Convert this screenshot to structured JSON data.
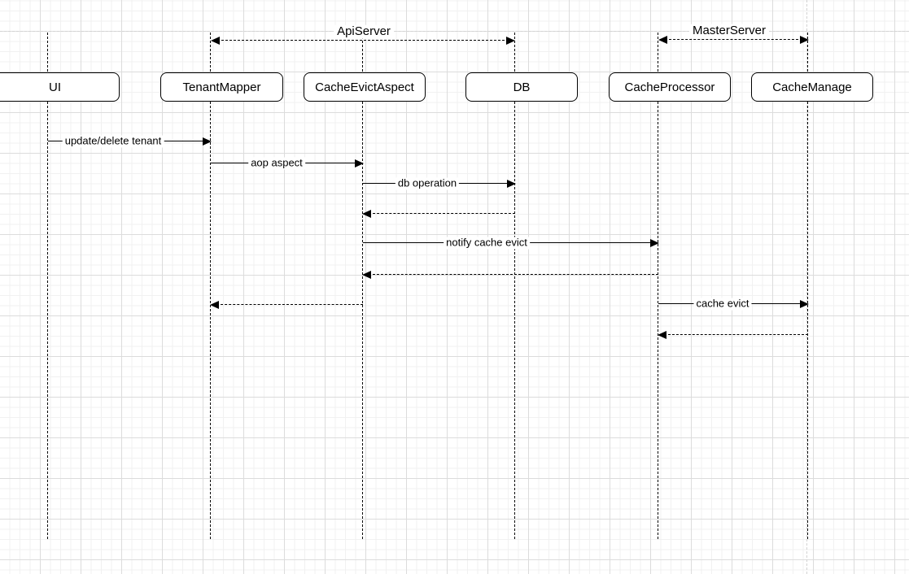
{
  "diagram": {
    "type": "uml-sequence",
    "frames": [
      {
        "label": "ApiServer"
      },
      {
        "label": "MasterServer"
      }
    ],
    "participants": [
      {
        "label": "UI"
      },
      {
        "label": "TenantMapper"
      },
      {
        "label": "CacheEvictAspect"
      },
      {
        "label": "DB"
      },
      {
        "label": "CacheProcessor"
      },
      {
        "label": "CacheManage"
      }
    ],
    "messages": [
      {
        "label": "update/delete tenant",
        "from": "UI",
        "to": "TenantMapper",
        "line": "solid",
        "kind": "call"
      },
      {
        "label": "aop aspect",
        "from": "TenantMapper",
        "to": "CacheEvictAspect",
        "line": "solid",
        "kind": "call"
      },
      {
        "label": "db operation",
        "from": "CacheEvictAspect",
        "to": "DB",
        "line": "solid",
        "kind": "call"
      },
      {
        "label": "",
        "from": "DB",
        "to": "CacheEvictAspect",
        "line": "dashed",
        "kind": "return"
      },
      {
        "label": "notify cache evict",
        "from": "CacheEvictAspect",
        "to": "CacheProcessor",
        "line": "solid",
        "kind": "call"
      },
      {
        "label": "",
        "from": "CacheProcessor",
        "to": "CacheEvictAspect",
        "line": "dashed",
        "kind": "return"
      },
      {
        "label": "",
        "from": "CacheEvictAspect",
        "to": "TenantMapper",
        "line": "dashed",
        "kind": "return"
      },
      {
        "label": "cache evict",
        "from": "CacheProcessor",
        "to": "CacheManage",
        "line": "solid",
        "kind": "call"
      },
      {
        "label": "",
        "from": "CacheManage",
        "to": "CacheProcessor",
        "line": "dashed",
        "kind": "return"
      }
    ],
    "colors": {
      "stroke": "#000000",
      "background": "#ffffff",
      "grid_minor": "#f1f1f1",
      "grid_major": "#dcdcdc",
      "page_guide": "#d2d2d2"
    }
  }
}
